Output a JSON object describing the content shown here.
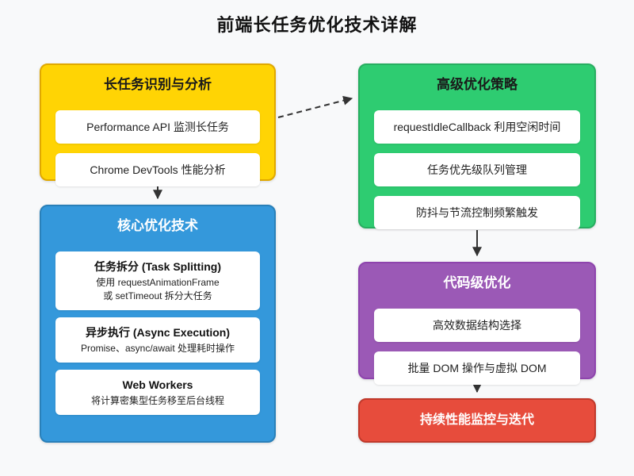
{
  "page": {
    "title": "前端长任务优化技术详解"
  },
  "nodes": {
    "analysis": {
      "title": "长任务识别与分析",
      "fill": "#FFD404",
      "border": "#E0A800",
      "title_color": "#1A1A1A",
      "items": [
        {
          "text": "Performance API 监测长任务"
        },
        {
          "text": "Chrome DevTools 性能分析"
        }
      ]
    },
    "core": {
      "title": "核心优化技术",
      "fill": "#3498DB",
      "border": "#2980B9",
      "title_color": "#FFFFFF",
      "items": [
        {
          "title": "任务拆分 (Task Splitting)",
          "desc": "使用 requestAnimationFrame\n或 setTimeout 拆分大任务"
        },
        {
          "title": "异步执行 (Async Execution)",
          "desc": "Promise、async/await 处理耗时操作"
        },
        {
          "title": "Web Workers",
          "desc": "将计算密集型任务移至后台线程"
        }
      ]
    },
    "advanced": {
      "title": "高级优化策略",
      "fill": "#2ECC71",
      "border": "#27AE60",
      "title_color": "#1A1A1A",
      "items": [
        {
          "text": "requestIdleCallback 利用空闲时间"
        },
        {
          "text": "任务优先级队列管理"
        },
        {
          "text": "防抖与节流控制频繁触发"
        }
      ]
    },
    "codelevel": {
      "title": "代码级优化",
      "fill": "#9B59B6",
      "border": "#8E44AD",
      "title_color": "#FFFFFF",
      "items": [
        {
          "text": "高效数据结构选择"
        },
        {
          "text": "批量 DOM 操作与虚拟 DOM"
        }
      ]
    },
    "monitor": {
      "title": "持续性能监控与迭代",
      "fill": "#E74C3C",
      "border": "#C0392B",
      "title_color": "#FFFFFF"
    }
  },
  "connections": [
    {
      "from": "analysis",
      "to": "core",
      "style": "solid"
    },
    {
      "from": "analysis",
      "to": "advanced",
      "style": "dashed"
    },
    {
      "from": "advanced",
      "to": "codelevel",
      "style": "solid"
    },
    {
      "from": "codelevel",
      "to": "monitor",
      "style": "solid"
    }
  ],
  "colors": {
    "background": "#F8F9FA",
    "arrow": "#333333",
    "item_background": "#FFFFFF",
    "item_text": "#1F1F1F"
  }
}
